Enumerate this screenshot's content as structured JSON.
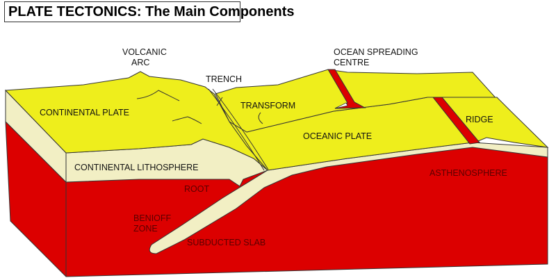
{
  "title": "PLATE TECTONICS: The Main Components",
  "colors": {
    "plate": "#eeee1c",
    "lithosphere": "#f2efc4",
    "asthenosphere": "#dc0000",
    "outline": "#333333"
  },
  "labels": {
    "volcanic_arc_1": "VOLCANIC",
    "volcanic_arc_2": "ARC",
    "trench": "TRENCH",
    "ocean_spreading_1": "OCEAN SPREADING",
    "ocean_spreading_2": "CENTRE",
    "continental_plate": "CONTINENTAL PLATE",
    "transform": "TRANSFORM",
    "ridge": "RIDGE",
    "oceanic_plate": "OCEANIC PLATE",
    "continental_lithosphere": "CONTINENTAL LITHOSPHERE",
    "asthenosphere": "ASTHENOSPHERE",
    "root": "ROOT",
    "benioff_1": "BENIOFF",
    "benioff_2": "ZONE",
    "subducted_slab": "SUBDUCTED SLAB"
  }
}
